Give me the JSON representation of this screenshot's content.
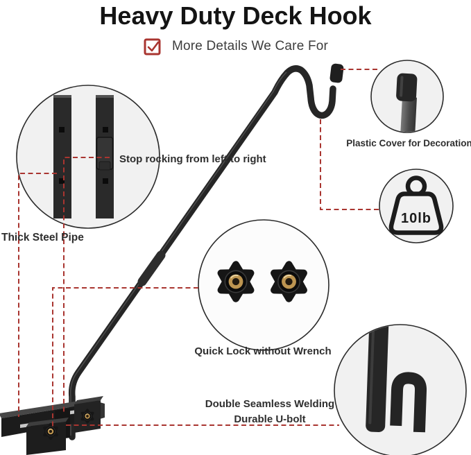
{
  "header": {
    "title": "Heavy Duty Deck Hook",
    "subtitle": "More Details We Care For"
  },
  "callouts": {
    "stop_rocking": {
      "label": "Stop rocking from left to right"
    },
    "thick_steel_pipe": {
      "label": "Thick Steel Pipe"
    },
    "plastic_cover": {
      "label": "Plastic Cover for Decoration"
    },
    "weight_capacity": {
      "label": "10lb"
    },
    "quick_lock": {
      "label": "Quick Lock without Wrench"
    },
    "u_bolt": {
      "line1": "Double Seamless Welding",
      "line2": "Durable U-bolt"
    }
  },
  "icons": [
    "red-checkbox-icon",
    "weight-10lb-icon",
    "star-knob-icon",
    "plastic-cap-icon",
    "u-bolt-icon",
    "steel-pipe-icon"
  ],
  "colors": {
    "accent_red": "#A93530",
    "product_black": "#262626",
    "circle_fill": "#F1F1F1",
    "brass": "#BD9551",
    "title_text": "#141414",
    "label_text": "#2E2E2E"
  }
}
